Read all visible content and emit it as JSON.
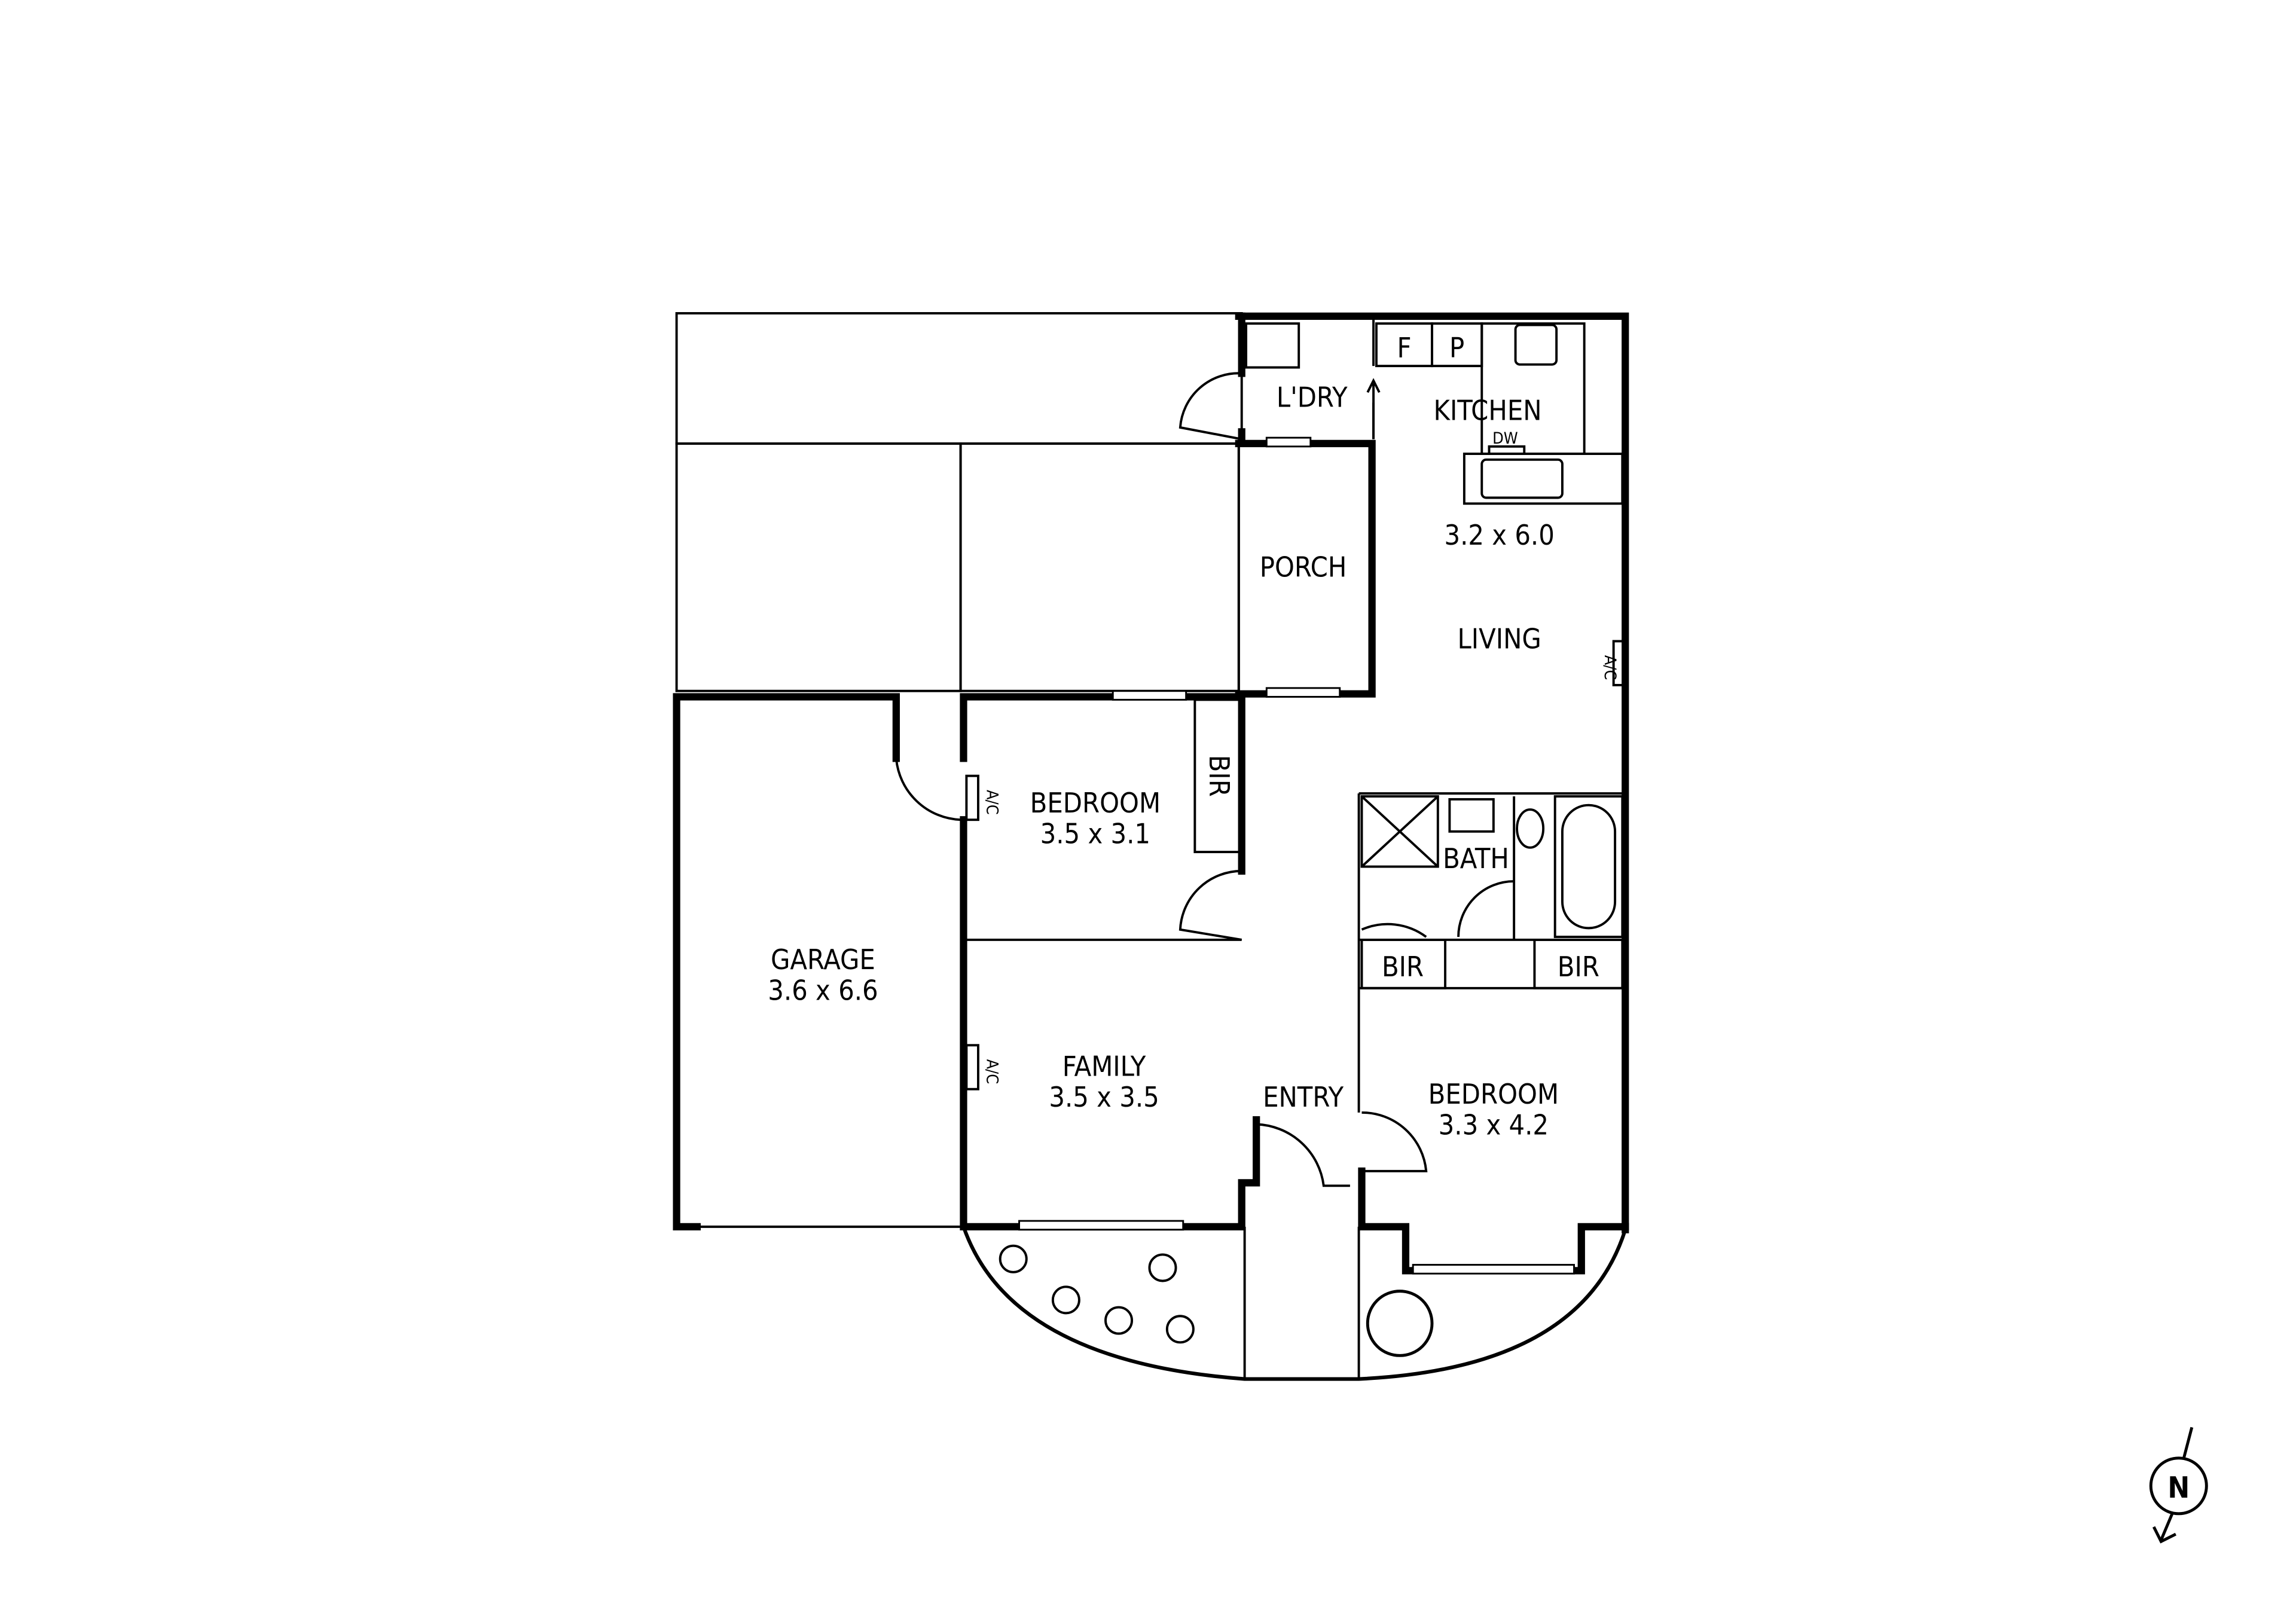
{
  "rooms": {
    "laundry": {
      "name": "L'DRY"
    },
    "kitchen": {
      "name": "KITCHEN",
      "fridge": "F",
      "pantry": "P",
      "dishwasher": "DW"
    },
    "living": {
      "name": "LIVING",
      "size": "3.2 x 6.0",
      "ac": "A/C"
    },
    "porch": {
      "name": "PORCH"
    },
    "bedroom1": {
      "name": "BEDROOM",
      "size": "3.5 x 3.1",
      "bir": "BIR",
      "ac": "A/C"
    },
    "garage": {
      "name": "GARAGE",
      "size": "3.6 x 6.6"
    },
    "family": {
      "name": "FAMILY",
      "size": "3.5 x 3.5",
      "ac": "A/C"
    },
    "entry": {
      "name": "ENTRY"
    },
    "bath": {
      "name": "BATH"
    },
    "bedroom2": {
      "name": "BEDROOM",
      "size": "3.3 x 4.2",
      "bir_left": "BIR",
      "bir_right": "BIR"
    }
  },
  "compass": {
    "label": "N"
  }
}
